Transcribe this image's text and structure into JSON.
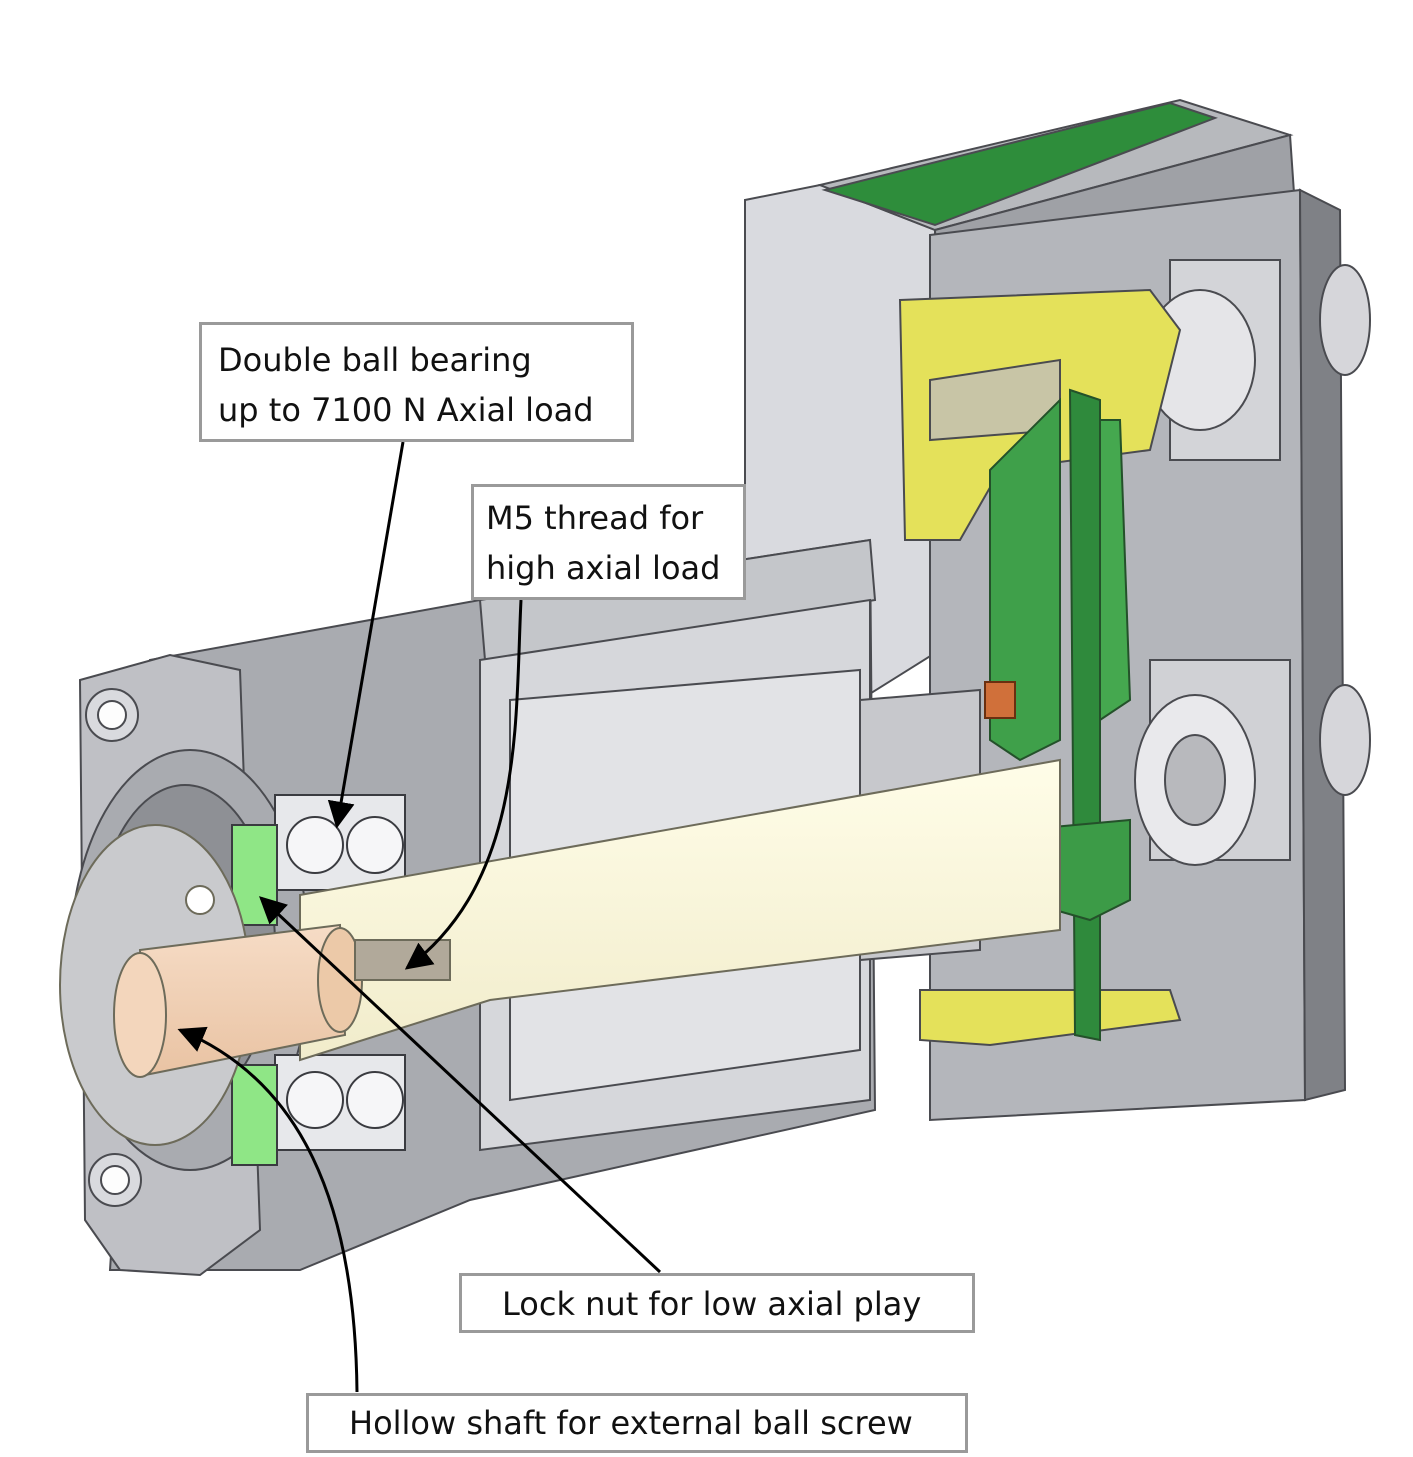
{
  "callouts": {
    "bearing": {
      "line1": "Double ball bearing",
      "line2": "up to 7100 N Axial load"
    },
    "thread": {
      "line1": "M5 thread for",
      "line2": "high axial load"
    },
    "lock_nut": {
      "text": "Lock nut for low axial play"
    },
    "hollow_shaft": {
      "text": "Hollow shaft for external ball screw"
    }
  },
  "colors": {
    "housing": "#c8c9cc",
    "housing_dark": "#8e9095",
    "pcb_green": "#3f9b45",
    "connector_yellow": "#e3e04a",
    "shaft_cream": "#fbf8e2",
    "bearing_green": "#7fe07a",
    "magnet_orange": "#d0703a"
  }
}
